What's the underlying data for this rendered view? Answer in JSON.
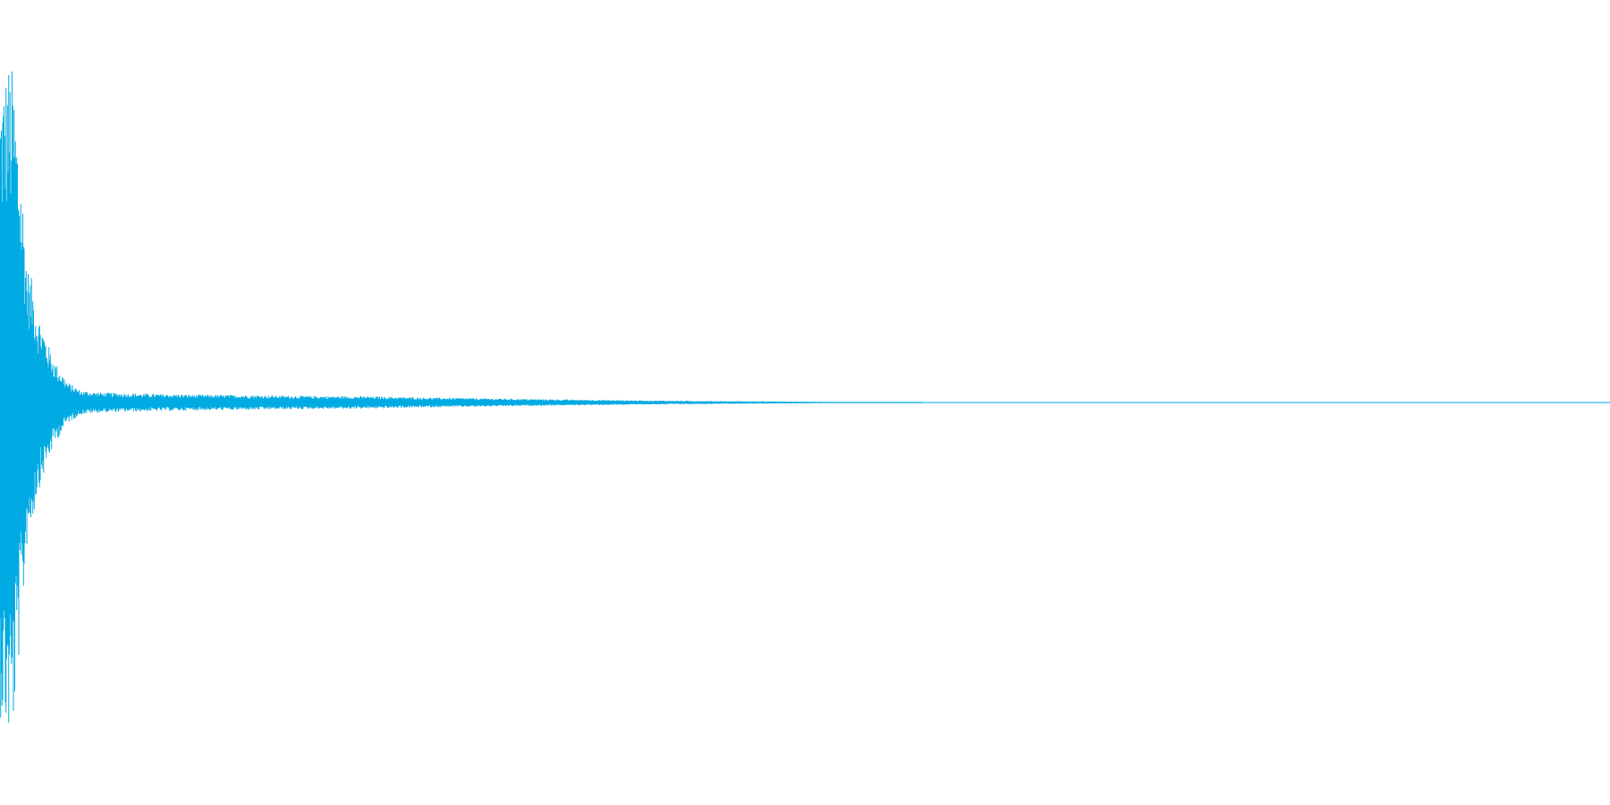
{
  "chart_data": {
    "type": "area",
    "title": "",
    "xlabel": "",
    "ylabel": "",
    "xlim": [
      0,
      1
    ],
    "ylim": [
      -1,
      1
    ],
    "grid": false,
    "legend": "none",
    "color": "#00aae2",
    "series": [
      {
        "x": [
          0,
          0.002,
          0.005,
          0.008,
          0.011,
          0.014,
          0.017,
          0.02,
          0.023,
          0.026,
          0.03,
          0.034,
          0.038,
          0.042,
          0.047,
          0.05,
          0.06,
          0.08,
          0.1,
          0.12,
          0.15,
          0.18,
          0.2,
          0.23,
          0.26,
          0.29,
          0.32,
          0.35,
          0.4,
          0.45,
          0.5,
          0.52,
          0.6,
          0.7,
          0.8,
          0.9,
          1.0
        ],
        "values": [
          0.92,
          0.95,
          1.0,
          0.98,
          0.8,
          0.62,
          0.4,
          0.36,
          0.27,
          0.23,
          0.17,
          0.12,
          0.09,
          0.06,
          0.045,
          0.035,
          0.03,
          0.027,
          0.025,
          0.023,
          0.022,
          0.02,
          0.019,
          0.018,
          0.015,
          0.013,
          0.011,
          0.009,
          0.006,
          0.004,
          0.0025,
          0.0015,
          0.0,
          0.0,
          0.0,
          0.0,
          0.0
        ]
      }
    ]
  }
}
